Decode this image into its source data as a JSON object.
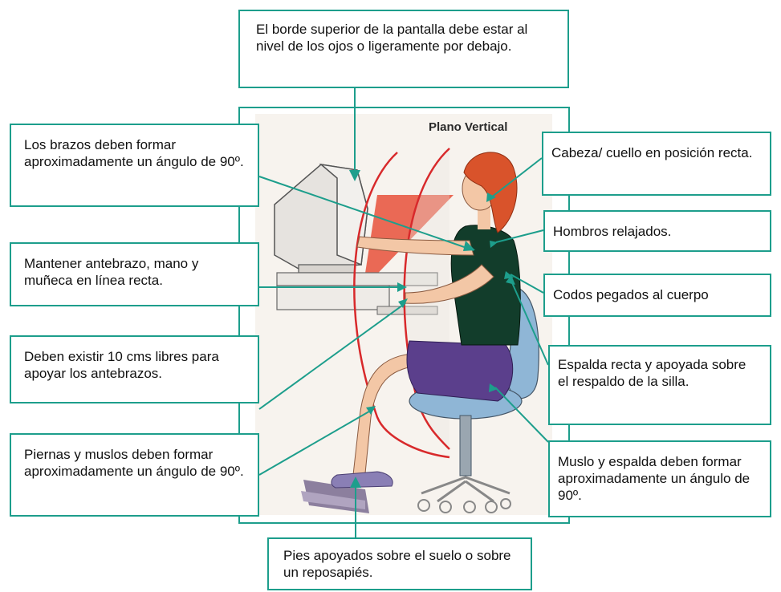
{
  "diagram_title": "Plano Vertical",
  "callouts": {
    "top": "El borde superior de la pantalla debe estar al nivel de los ojos o ligeramente por debajo.",
    "arms": "Los brazos deben formar aproximadamente un ángulo de 90º.",
    "forearm": "Mantener antebrazo, mano y muñeca en línea recta.",
    "space": "Deben existir 10 cms libres para apoyar los antebrazos.",
    "legs": "Piernas y muslos deben formar aproximadamente un ángulo de 90º.",
    "head": "Cabeza/ cuello en posición recta.",
    "shoulders": "Hombros relajados.",
    "elbows": "Codos pegados al cuerpo",
    "back": "Espalda recta y apoyada sobre el respaldo de la silla.",
    "thigh": "Muslo y espalda deben formar aproximadamente un ángulo de 90º.",
    "feet": "Pies apoyados sobre el suelo o sobre un reposapiés."
  },
  "colors": {
    "accent": "#1d9e8c",
    "skin": "#f3c7a6",
    "hair": "#d9532b",
    "shirt": "#123d2b",
    "skirt": "#5b3f8c",
    "chair": "#8fb6d6",
    "angle_lines": "#d8292b"
  }
}
